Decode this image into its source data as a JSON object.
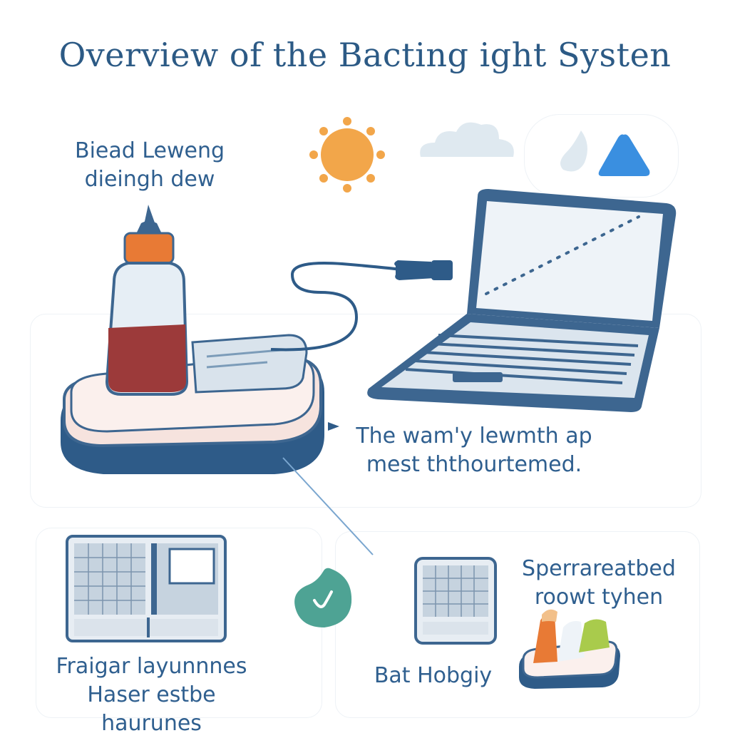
{
  "title": "Overview of the Bacting ight Systen",
  "top_caption": {
    "line1": "Biead Leweng",
    "line2": "dieingh dew"
  },
  "middle_caption": {
    "line1": "The wam'y lewmth ap",
    "line2": "mest ththourtemed."
  },
  "bottom_left_caption": {
    "line1": "Fraigar layunnnes",
    "line2": "Haser estbe haurunes"
  },
  "bottom_center_caption": "Bat Hobgiy",
  "bottom_right_caption": {
    "line1": "Sperrareatbed",
    "line2": "roowt tyhen"
  },
  "weather_icons": [
    "sun-icon",
    "cloud-icon",
    "raindrop-icon",
    "triangle-icon"
  ],
  "colors": {
    "title": "#2c5a85",
    "outline": "#3d6690",
    "sun": "#f2a64a",
    "liquid": "#9c3a3a",
    "bottle_cap": "#e87a35",
    "triangle": "#3a8fe0",
    "leaf": "#4ea394",
    "cushion": "#f6e3de"
  }
}
